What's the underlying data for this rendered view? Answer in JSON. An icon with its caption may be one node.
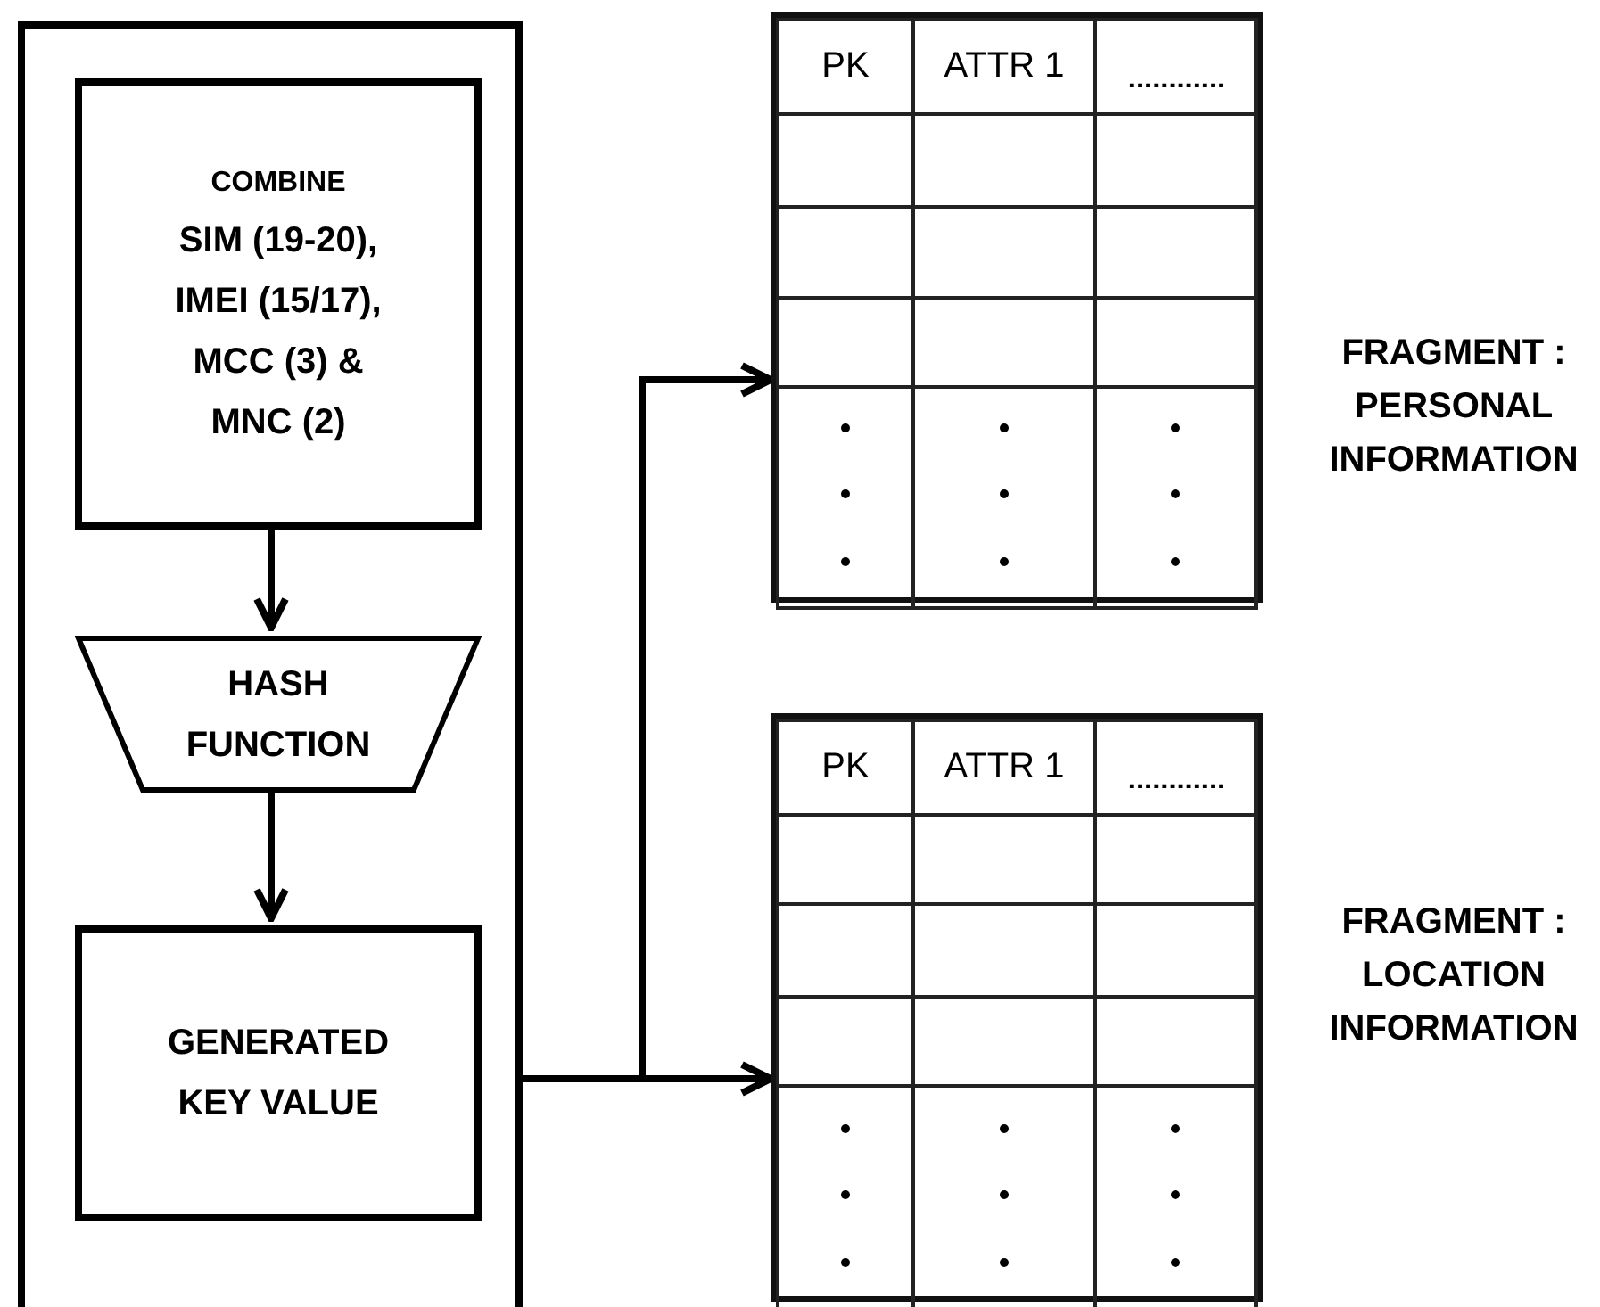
{
  "diagram": {
    "nodes": [
      {
        "text": [],
        "shape": "box"
      },
      {
        "text": [
          "COMBINE",
          "SIM (19-20), IMEI (15/17), MCC (3) & MNC (2)"
        ],
        "in": 0
      },
      {
        "text": [
          "HASH FUNCTION"
        ],
        "in": 0
      },
      {
        "text": [
          "GENERATED KEY VALUE"
        ],
        "in": 0
      },
      {
        "text": [
          "PK",
          "ATTR 1",
          "............"
        ],
        "beside": [
          "FRAGMENT : PERSONAL INFORMATION"
        ]
      },
      {
        "text": [
          "PK",
          "ATTR 1",
          "............"
        ],
        "beside": [
          "FRAGMENT : LOCATION INFORMATION"
        ]
      }
    ],
    "edges": [
      {
        "from": 1,
        "to": 2,
        "arrow": "to"
      },
      {
        "from": 2,
        "to": 3,
        "arrow": "to"
      },
      {
        "from": 0,
        "to": 4,
        "arrow": "to"
      },
      {
        "from": 0,
        "to": 5,
        "arrow": "to"
      }
    ]
  }
}
